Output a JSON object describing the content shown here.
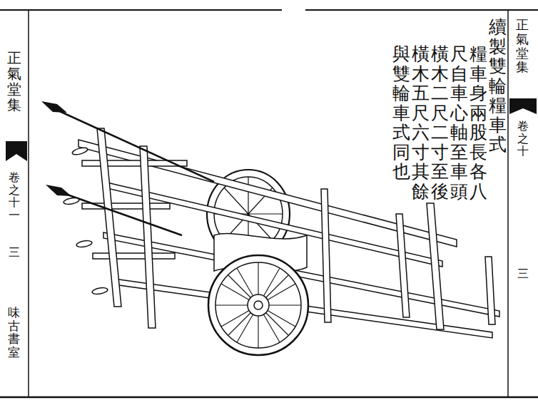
{
  "diagram": {
    "title": "續製雙輪糧車式",
    "labels": [
      "糧車身兩股長各八",
      "尺自車心軸至車頭",
      "橫木二尺二寸至後",
      "橫木五尺六寸其餘",
      "與雙輪車式同也",
      "正氣堂集",
      "卷之十一",
      "三",
      "味古書室",
      "正氣堂集",
      "卷之十",
      "三"
    ]
  }
}
